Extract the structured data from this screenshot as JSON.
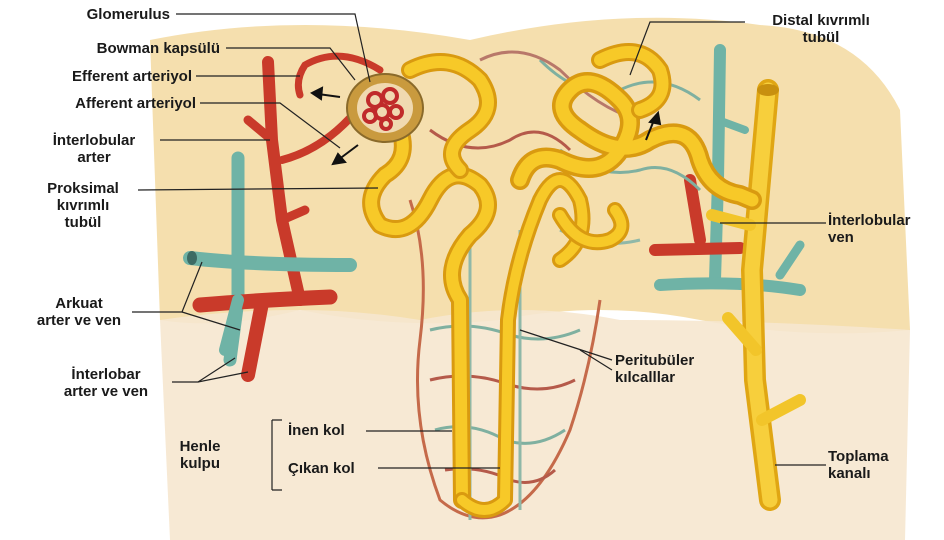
{
  "labels": {
    "glomerulus": "Glomerulus",
    "bowman": "Bowman kapsülü",
    "efferent": "Efferent arteriyol",
    "afferent": "Afferent arteriyol",
    "interlobular_arter": "İnterlobular\narter",
    "proksimal": "Proksimal\nkıvrımlı\ntubül",
    "arkuat": "Arkuat\narter ve ven",
    "interlobar": "İnterlobar\narter ve ven",
    "henle": "Henle\nkulpu",
    "inen": "İnen kol",
    "cikan": "Çıkan kol",
    "distal": "Distal kıvrımlı\ntubül",
    "interlobular_ven": "İnterlobular\nven",
    "peritubuler": "Peritubüler\nkılcalllar",
    "toplama": "Toplama\nkanalı"
  },
  "colors": {
    "artery": "#d7412e",
    "vein": "#6fb3a6",
    "tubule": "#f4c21c",
    "cortex": "#f3d9a0",
    "medulla": "#f6e7cf"
  }
}
